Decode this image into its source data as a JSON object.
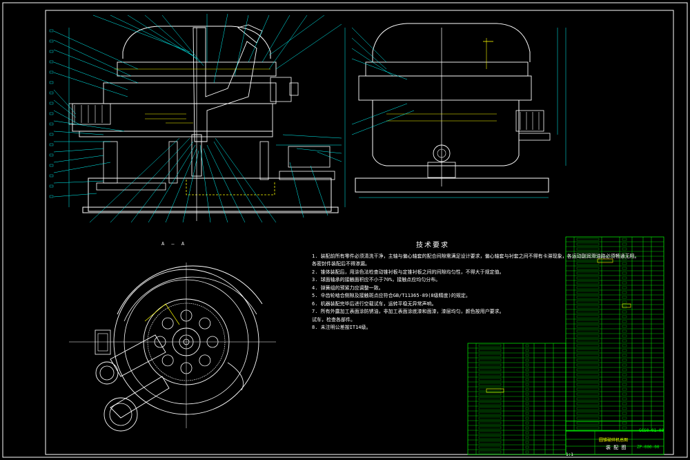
{
  "section_label": "A — A",
  "tech_requirements": {
    "title": "技术要求",
    "lines": [
      "1. 装配前所有零件必须清洗干净，主轴与偏心轴套的配合间隙需满足设计要求，偏心轴套与衬套之间不得有卡滞现象，各运动副润滑油路必须畅通无阻。",
      "   各密封件装配后不得渗漏。",
      "2. 锥体装配后，用涂色法检查动锥衬板与定锥衬板之间的间隙均匀性，不得大于规定值。",
      "3. 球面轴承的接触面积应不小于70%，接触点应均匀分布。",
      "4. 弹簧组的预紧力应调整一致。",
      "5. 伞齿轮啮合侧隙及接触斑点应符合GB/T11365-89(8级精度)的规定。",
      "6. 机器装配完毕后进行空载试车，运转平稳无异常声响。",
      "7. 所有外露加工表面涂防锈油，非加工表面涂底漆和面漆，漆层均匀，颜色按用户要求。",
      "   试车，检查各部件。",
      "8. 未注明公差按IT14级。"
    ]
  },
  "title_block": {
    "code": "GCS0-01-00",
    "title": "圆锥破碎机总图",
    "name": "装 配 图",
    "code2": "ZP-000-00",
    "scale": "1:1"
  },
  "colors": {
    "frame": "#ffffff",
    "leader": "#00ffff",
    "table": "#00ff00",
    "highlight": "#ffff00",
    "part": "#ffffff"
  }
}
